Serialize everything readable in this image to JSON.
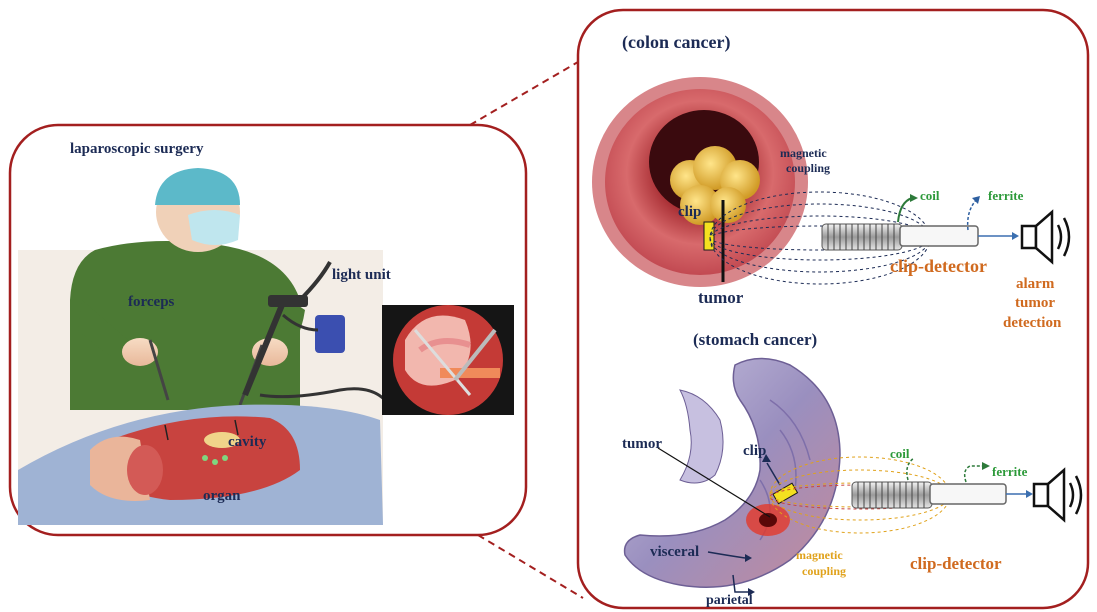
{
  "left_panel": {
    "title": "laparoscopic surgery",
    "labels": {
      "light_unit": "light unit",
      "forceps": "forceps",
      "cavity": "cavity",
      "organ": "organ"
    }
  },
  "right_panel": {
    "colon": {
      "title": "(colon cancer)",
      "labels": {
        "magnetic": "magnetic",
        "coupling": "coupling",
        "clip": "clip",
        "tumor": "tumor",
        "coil": "coil",
        "ferrite": "ferrite",
        "clip_detector": "clip-detector",
        "alarm": "alarm",
        "alarm_tumor": "tumor",
        "alarm_detection": "detection"
      }
    },
    "stomach": {
      "title": "(stomach cancer)",
      "labels": {
        "tumor": "tumor",
        "clip": "clip",
        "coil": "coil",
        "ferrite": "ferrite",
        "visceral": "visceral",
        "parietal": "parietal",
        "magnetic": "magnetic",
        "coupling": "coupling",
        "clip_detector": "clip-detector"
      }
    }
  },
  "colors": {
    "frame": "#a31f1f",
    "label_navy": "#1c2b55",
    "label_orange": "#d06a1f",
    "label_green": "#2d9a3a",
    "label_gold": "#e0a21b"
  },
  "icons": [
    "speaker-icon",
    "surgeon-illustration",
    "endoscope-view-image",
    "colon-illustration",
    "stomach-illustration",
    "coil-detector-icon"
  ]
}
